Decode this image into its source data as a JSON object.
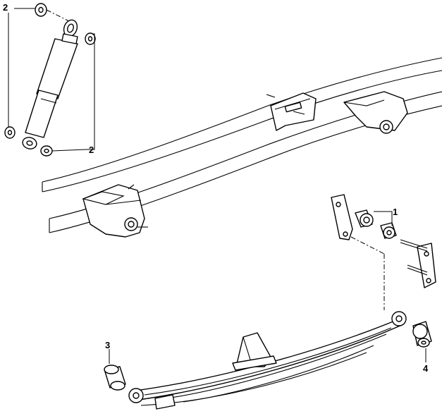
{
  "callouts": [
    {
      "id": "c2a",
      "label": "2"
    },
    {
      "id": "c2b",
      "label": "2"
    },
    {
      "id": "c1",
      "label": "1"
    },
    {
      "id": "c3",
      "label": "3"
    },
    {
      "id": "c4",
      "label": "4"
    }
  ]
}
